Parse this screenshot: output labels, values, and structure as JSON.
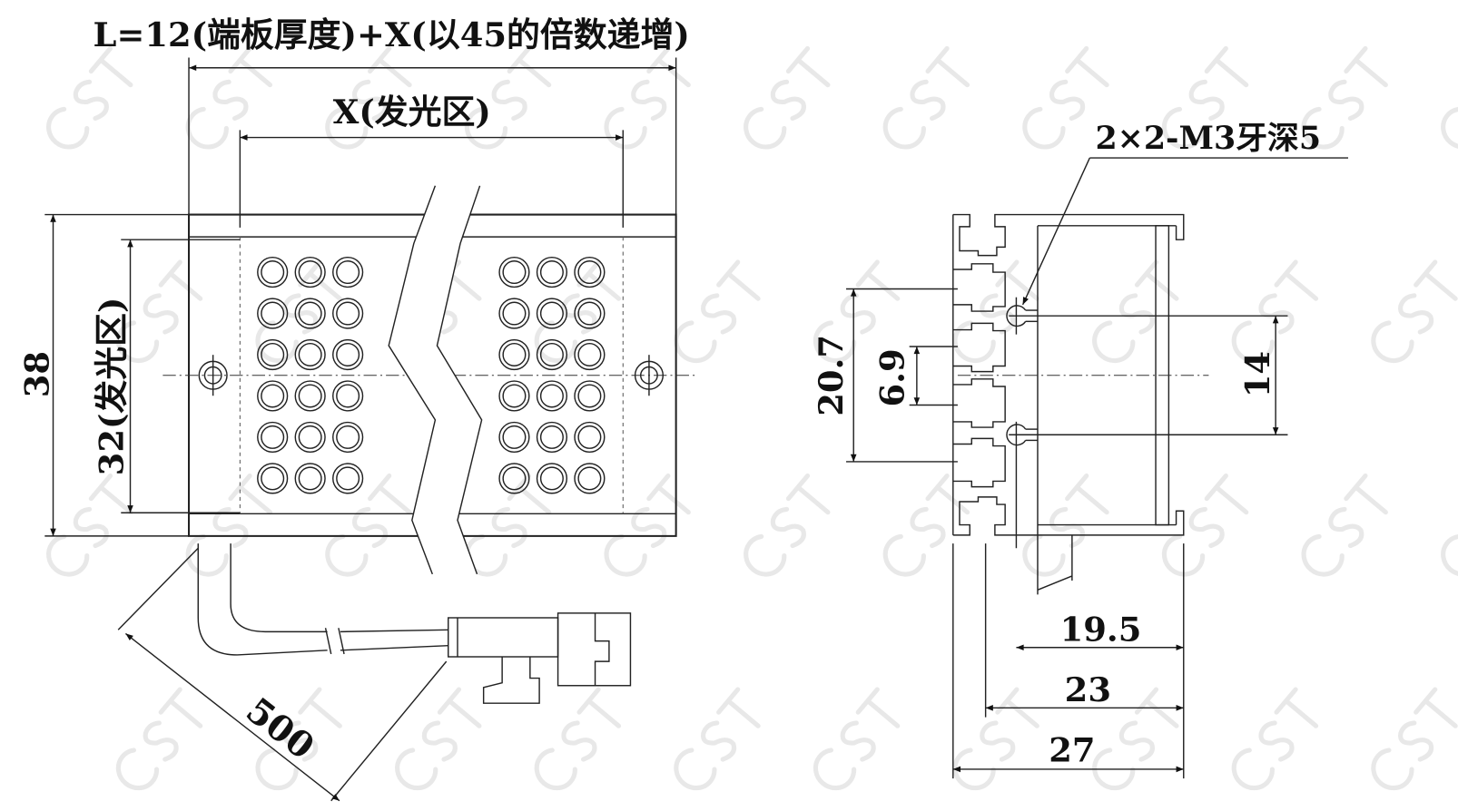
{
  "watermark": "CST",
  "front_view": {
    "length_label": "L=12(端板厚度)+X(以45的倍数递增)",
    "emitting_width_label": "X(发光区)",
    "height_label": "38",
    "emitting_height_label": "32(发光区)",
    "cable_length_label": "500",
    "led_rows": 6,
    "led_cols_per_group": 3
  },
  "side_view": {
    "thread_label": "2×2-M3牙深5",
    "dim_20_7": "20.7",
    "dim_6_9": "6.9",
    "dim_14": "14",
    "dim_19_5": "19.5",
    "dim_23": "23",
    "dim_27": "27"
  }
}
